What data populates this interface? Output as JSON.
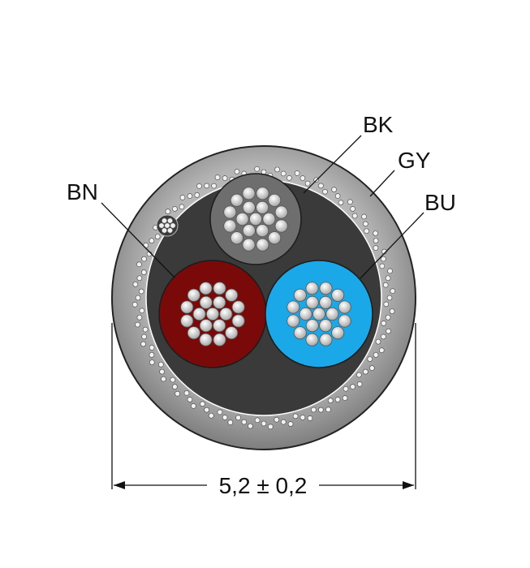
{
  "labels": {
    "bk": "BK",
    "gy": "GY",
    "bn": "BN",
    "bu": "BU"
  },
  "dimension": {
    "text": "5,2 ± 0,2"
  },
  "colors": {
    "jacket": "#9c9c9c",
    "core_fill": "#3a3a3a",
    "bk_insulation": "#6e6e6e",
    "bn_insulation": "#7a0a0a",
    "bu_insulation": "#1aa8e8",
    "strand": "#e6e6e6"
  }
}
